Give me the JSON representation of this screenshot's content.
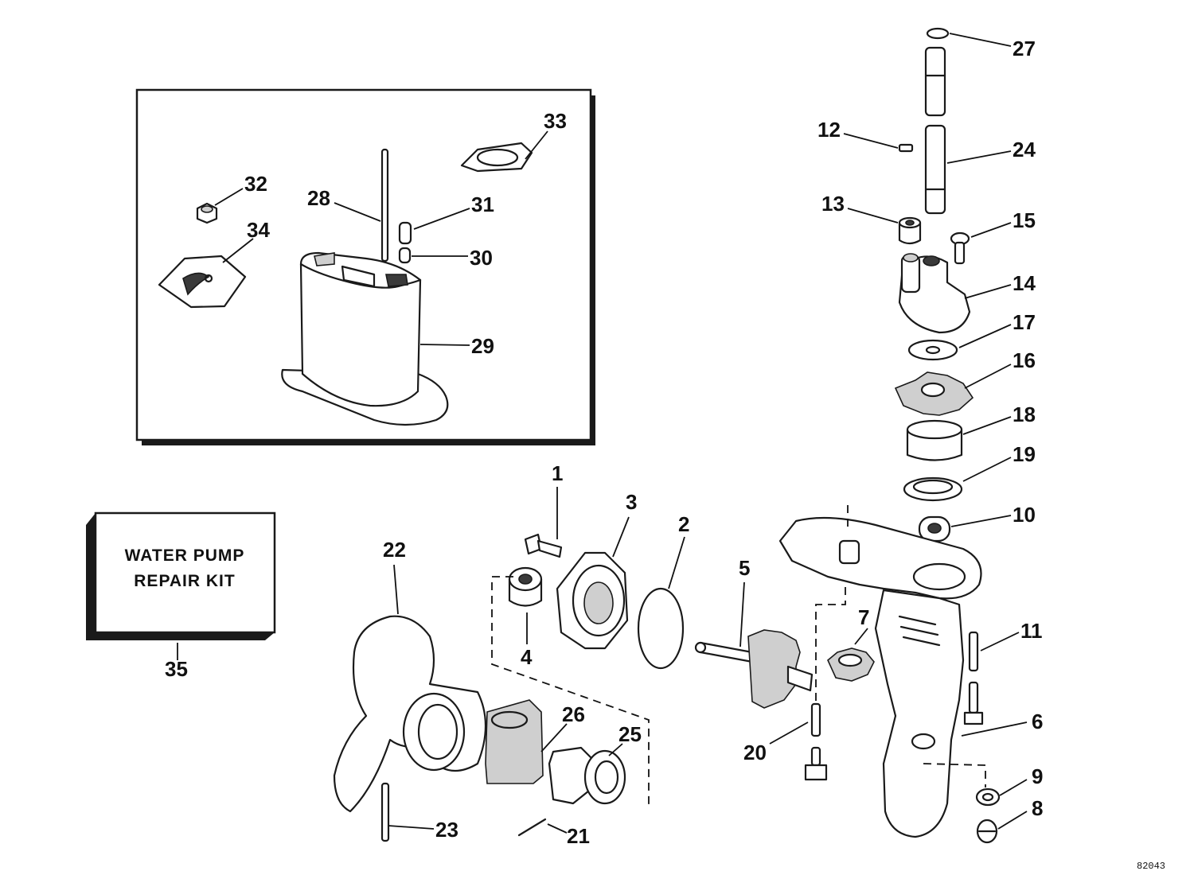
{
  "kit_box": {
    "line1": "WATER PUMP",
    "line2": "REPAIR KIT"
  },
  "figure_code": "82043",
  "callouts": {
    "c1": "1",
    "c2": "2",
    "c3": "3",
    "c4": "4",
    "c5": "5",
    "c6": "6",
    "c7": "7",
    "c8": "8",
    "c9": "9",
    "c10": "10",
    "c11": "11",
    "c12": "12",
    "c13": "13",
    "c14": "14",
    "c15": "15",
    "c16": "16",
    "c17": "17",
    "c18": "18",
    "c19": "19",
    "c20": "20",
    "c21": "21",
    "c22": "22",
    "c23": "23",
    "c24": "24",
    "c25": "25",
    "c26": "26",
    "c27": "27",
    "c28": "28",
    "c29": "29",
    "c30": "30",
    "c31": "31",
    "c32": "32",
    "c33": "33",
    "c34": "34",
    "c35": "35"
  }
}
